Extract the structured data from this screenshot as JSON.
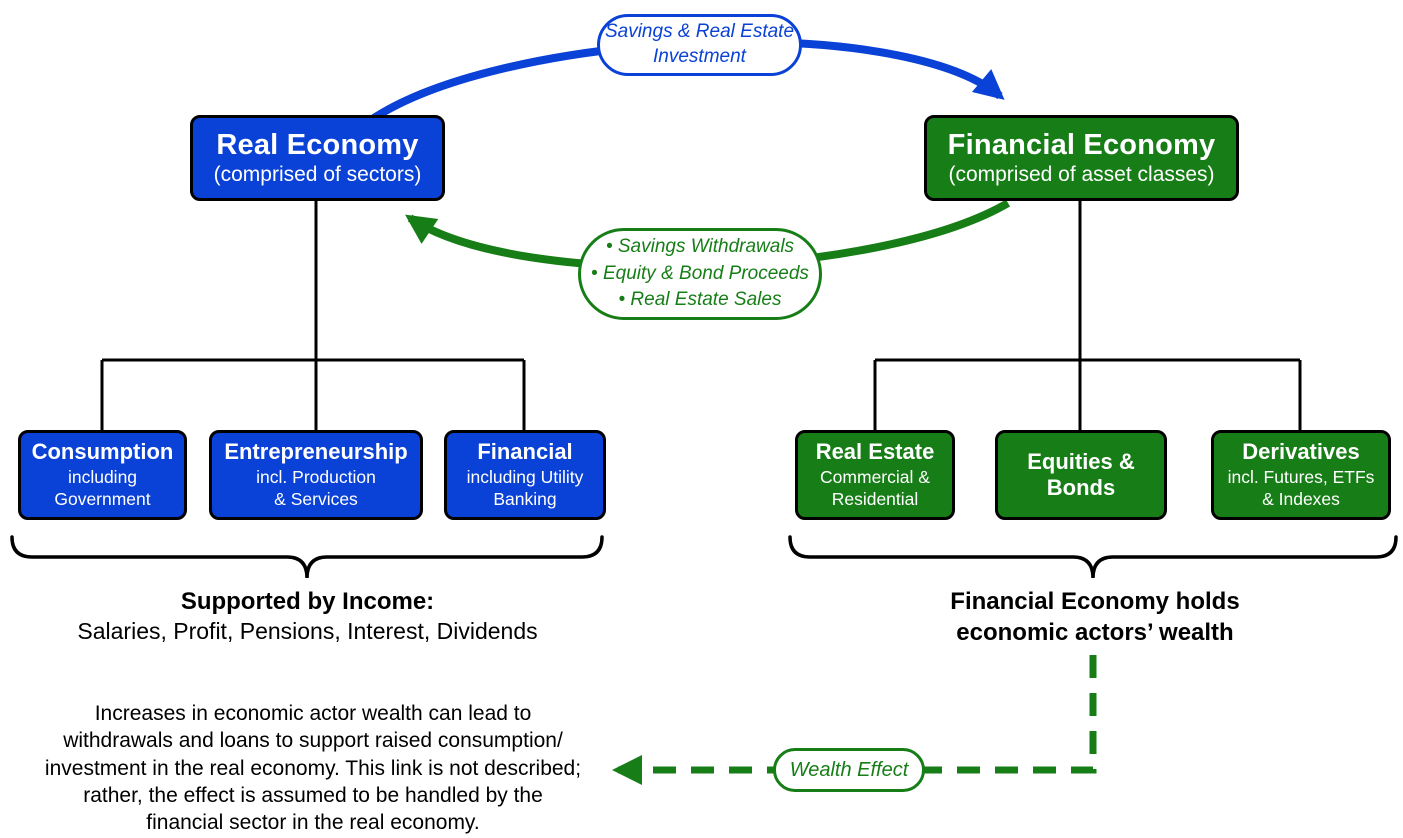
{
  "colors": {
    "blue": "#0a41d6",
    "green": "#177e17"
  },
  "flows": {
    "savings_investment": {
      "label": "Savings & Real Estate\nInvestment"
    },
    "withdrawals": {
      "label": "• Savings Withdrawals\n• Equity & Bond Proceeds\n• Real Estate Sales"
    },
    "wealth_effect": {
      "label": "Wealth Effect"
    }
  },
  "real_economy": {
    "title": "Real Economy",
    "subtitle": "(comprised of sectors)",
    "sectors": [
      {
        "title": "Consumption",
        "subtitle": "including\nGovernment"
      },
      {
        "title": "Entrepreneurship",
        "subtitle": "incl. Production\n& Services"
      },
      {
        "title": "Financial",
        "subtitle": "including Utility\nBanking"
      }
    ],
    "caption_title": "Supported by Income:",
    "caption_body": "Salaries, Profit, Pensions, Interest, Dividends"
  },
  "financial_economy": {
    "title": "Financial Economy",
    "subtitle": "(comprised of asset classes)",
    "assets": [
      {
        "title": "Real Estate",
        "subtitle": "Commercial &\nResidential"
      },
      {
        "title": "Equities &\nBonds"
      },
      {
        "title": "Derivatives",
        "subtitle": "incl. Futures, ETFs\n& Indexes"
      }
    ],
    "caption": "Financial Economy holds\neconomic actors’ wealth"
  },
  "wealth_note": "Increases in economic actor wealth can lead to\nwithdrawals and loans to support raised consumption/\ninvestment in the real economy. This link is not described;\nrather, the effect is assumed to be handled by the\nfinancial sector in the real economy."
}
